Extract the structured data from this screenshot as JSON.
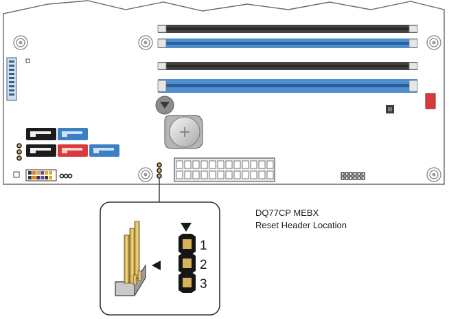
{
  "caption": {
    "line1": "DQ77CP MEBX",
    "line2": "Reset Header Location"
  },
  "pin_labels": [
    "1",
    "2",
    "3"
  ],
  "colors": {
    "board_outline": "#6a6a6a",
    "dimm_blue": "#4f8fd0",
    "dimm_dark": "#444444",
    "sata_black": "#1c1c1c",
    "sata_blue": "#3d7fc5",
    "sata_red": "#d93a3a",
    "pin_gold": "#d7b25a",
    "header_black": "#161616"
  },
  "icons": [
    "mounting-hole-icon",
    "cmos-battery-icon",
    "dimm-slot-icon",
    "sata-port-icon",
    "atx-power-connector-icon",
    "jumper-pin-icon",
    "arrow-down-icon",
    "arrow-left-icon"
  ]
}
